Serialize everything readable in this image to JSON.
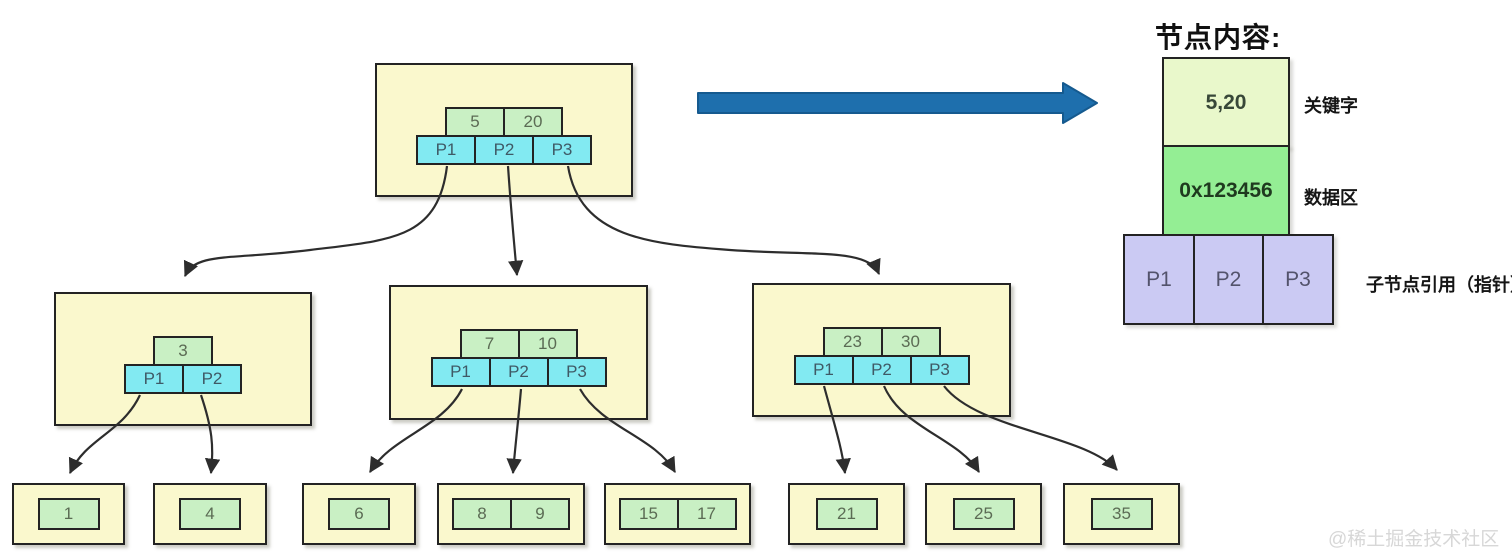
{
  "title": {
    "text": "节点内容:"
  },
  "legend": {
    "key_value": "5,20",
    "key_label": "关键字",
    "data_value": "0x123456",
    "data_label": "数据区",
    "pointers": [
      "P1",
      "P2",
      "P3"
    ],
    "pointer_label": "子节点引用（指针）"
  },
  "tree": {
    "root": {
      "keys": [
        "5",
        "20"
      ],
      "pointers": [
        "P1",
        "P2",
        "P3"
      ]
    },
    "internal": [
      {
        "keys": [
          "3"
        ],
        "pointers": [
          "P1",
          "P2"
        ]
      },
      {
        "keys": [
          "7",
          "10"
        ],
        "pointers": [
          "P1",
          "P2",
          "P3"
        ]
      },
      {
        "keys": [
          "23",
          "30"
        ],
        "pointers": [
          "P1",
          "P2",
          "P3"
        ]
      }
    ],
    "leaves": [
      [
        "1"
      ],
      [
        "4"
      ],
      [
        "6"
      ],
      [
        "8",
        "9"
      ],
      [
        "15",
        "17"
      ],
      [
        "21"
      ],
      [
        "25"
      ],
      [
        "35"
      ]
    ]
  },
  "watermark": "@稀土掘金技术社区",
  "colors": {
    "node-yellow": "#FAF8CD",
    "cell-green": "#C9F0C4",
    "cell-cyan": "#82EAF2",
    "legend-key-green": "#E9F8CB",
    "legend-data-green": "#94EE94",
    "legend-ptr-purple": "#CBCAF3",
    "border-dark": "#232323",
    "line-dark": "#2d2d2d",
    "arrow-blue": "#1e6fad",
    "watermark-gray": "#d7d7d7"
  }
}
